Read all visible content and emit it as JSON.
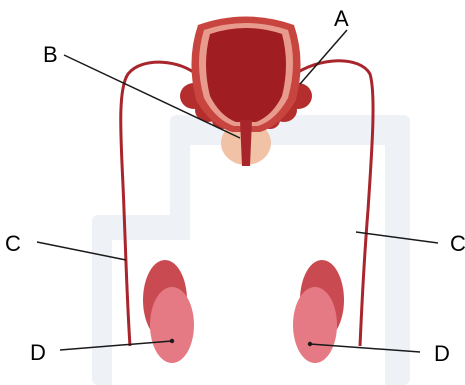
{
  "labels": {
    "a": "A",
    "b": "B",
    "c_left": "C",
    "c_right": "C",
    "d_left": "D",
    "d_right": "D"
  },
  "colors": {
    "duct": "#a8262b",
    "bladder_wall": "#c8453f",
    "bladder_lining": "#e89a8c",
    "bladder_inner": "#a01e22",
    "gland": "#b52e2e",
    "prostate": "#f2c2a6",
    "testis_back": "#c94a50",
    "testis_front": "#e57a84",
    "watermark": "#eef1f6",
    "leader_line": "#1a1a1a"
  }
}
